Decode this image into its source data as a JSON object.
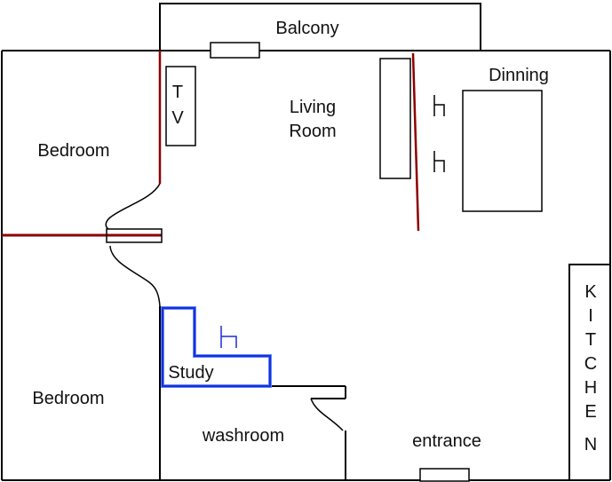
{
  "rooms": {
    "balcony": "Balcony",
    "dinning": "Dinning",
    "tv": [
      "T",
      "V"
    ],
    "living": [
      "Living",
      "Room"
    ],
    "bedroom_top": "Bedroom",
    "bedroom_bottom": "Bedroom",
    "study": "Study",
    "washroom": "washroom",
    "entrance": "entrance",
    "kitchen": [
      "K",
      "I",
      "T",
      "C",
      "H",
      "E",
      "N"
    ]
  },
  "colors": {
    "walls": "#000000",
    "partition_red": "#8b0000",
    "study_blue": "#1a2fd6",
    "study_blue_light": "#5f86ff"
  }
}
